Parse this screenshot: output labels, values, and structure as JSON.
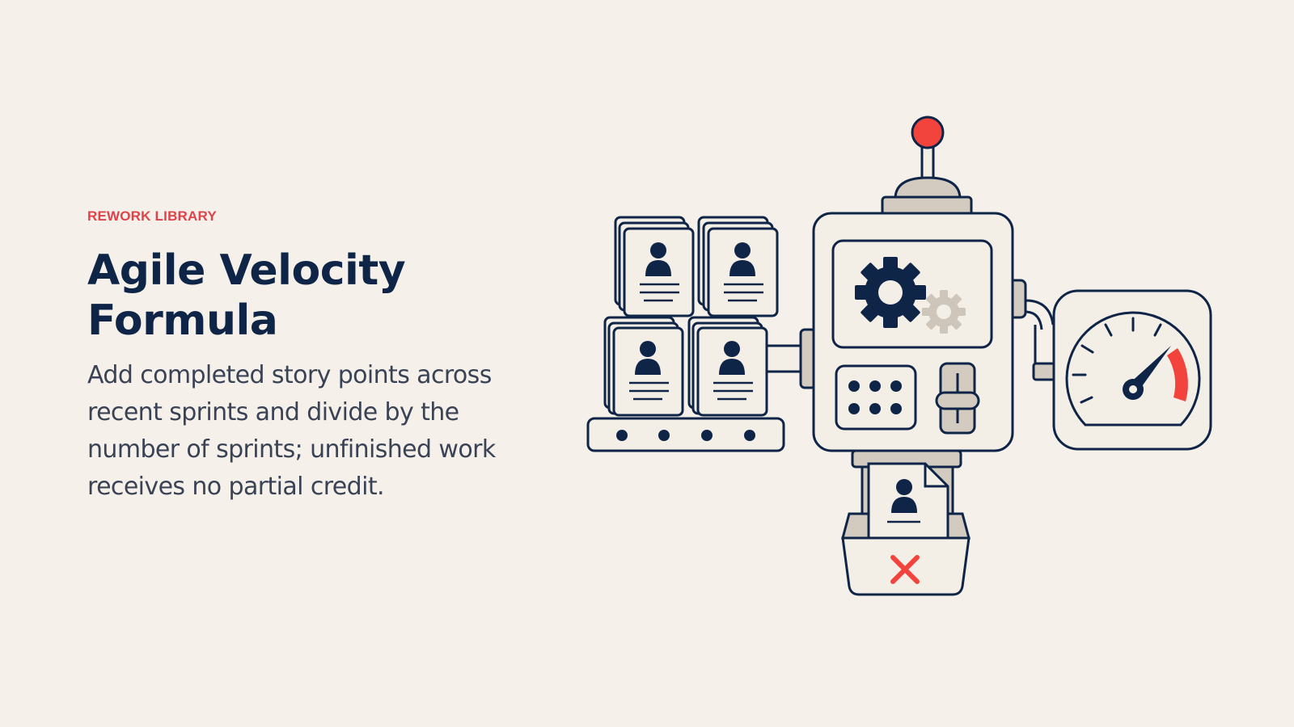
{
  "header": {
    "eyebrow": "REWORK LIBRARY",
    "title": "Agile Velocity Formula",
    "description": "Add completed story points across recent sprints and divide by the number of sprints; unfinished work receives no partial credit."
  },
  "illustration": {
    "icons": [
      "story-card-stack-icon",
      "conveyor-icon",
      "machine-icon",
      "gear-icon",
      "keypad-icon",
      "slider-icon",
      "gauge-icon",
      "reject-bin-icon",
      "x-mark-icon"
    ],
    "colors": {
      "background": "#F5F1EA",
      "ink": "#0F2547",
      "accent": "#F2443C",
      "panel": "#D3CAC0",
      "card": "#F3EEE6"
    }
  }
}
